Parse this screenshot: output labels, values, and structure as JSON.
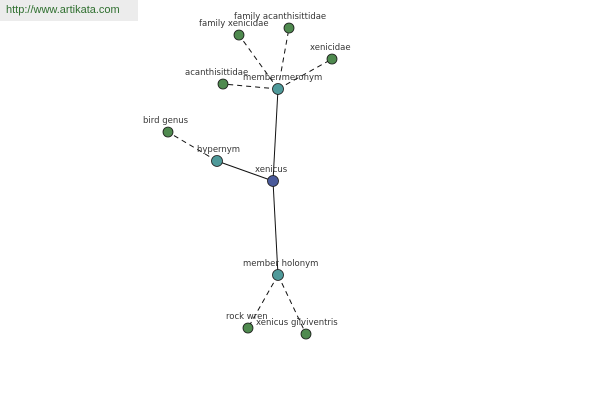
{
  "watermark": {
    "text": "http://www.artikata.com"
  },
  "colors": {
    "center_node": "#4a5a9a",
    "relation_node": "#4f9a9a",
    "leaf_node": "#4f8a4f",
    "edge": "#111111",
    "watermark_text": "#2f6f2f",
    "watermark_bg": "#ececec"
  },
  "graph": {
    "nodes": [
      {
        "id": "xenicus",
        "label": "xenicus",
        "kind": "center"
      },
      {
        "id": "member-meronym",
        "label": "member meronym",
        "kind": "relation"
      },
      {
        "id": "hypernym",
        "label": "hypernym",
        "kind": "relation"
      },
      {
        "id": "member-holonym",
        "label": "member holonym",
        "kind": "relation"
      },
      {
        "id": "family-acanthisittidae",
        "label": "family acanthisittidae",
        "kind": "leaf"
      },
      {
        "id": "family-xenicidae",
        "label": "family xenicidae",
        "kind": "leaf"
      },
      {
        "id": "xenicidae",
        "label": "xenicidae",
        "kind": "leaf"
      },
      {
        "id": "acanthisittidae",
        "label": "acanthisittidae",
        "kind": "leaf"
      },
      {
        "id": "bird-genus",
        "label": "bird genus",
        "kind": "leaf"
      },
      {
        "id": "rock-wren",
        "label": "rock wren",
        "kind": "leaf"
      },
      {
        "id": "xenicus-gilviventris",
        "label": "xenicus gilviventris",
        "kind": "leaf"
      }
    ],
    "edges": [
      {
        "from": "xenicus",
        "to": "member-meronym",
        "style": "solid"
      },
      {
        "from": "xenicus",
        "to": "hypernym",
        "style": "solid"
      },
      {
        "from": "xenicus",
        "to": "member-holonym",
        "style": "solid"
      },
      {
        "from": "member-meronym",
        "to": "family-acanthisittidae",
        "style": "dashed"
      },
      {
        "from": "member-meronym",
        "to": "family-xenicidae",
        "style": "dashed"
      },
      {
        "from": "member-meronym",
        "to": "xenicidae",
        "style": "dashed"
      },
      {
        "from": "member-meronym",
        "to": "acanthisittidae",
        "style": "dashed"
      },
      {
        "from": "hypernym",
        "to": "bird-genus",
        "style": "dashed"
      },
      {
        "from": "member-holonym",
        "to": "rock-wren",
        "style": "dashed"
      },
      {
        "from": "member-holonym",
        "to": "xenicus-gilviventris",
        "style": "dashed"
      }
    ]
  }
}
